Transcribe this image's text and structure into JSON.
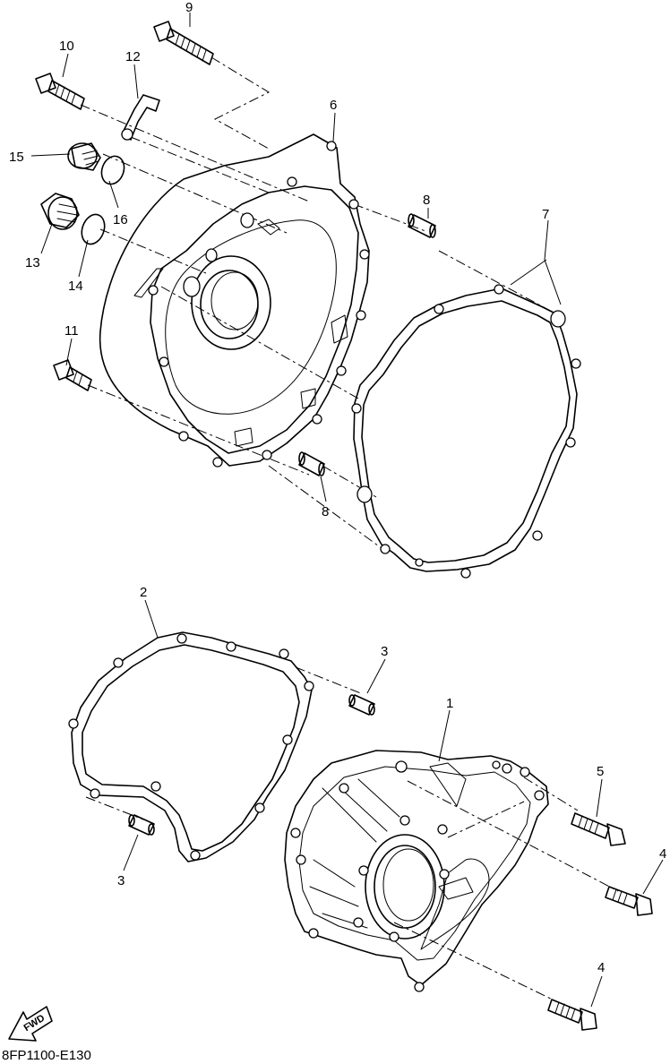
{
  "diagram_code": "8FP1100-E130",
  "fwd_label": "FWD",
  "callouts": [
    {
      "id": "c1",
      "label": "1"
    },
    {
      "id": "c2",
      "label": "2"
    },
    {
      "id": "c3a",
      "label": "3"
    },
    {
      "id": "c3b",
      "label": "3"
    },
    {
      "id": "c4a",
      "label": "4"
    },
    {
      "id": "c4b",
      "label": "4"
    },
    {
      "id": "c5",
      "label": "5"
    },
    {
      "id": "c6",
      "label": "6"
    },
    {
      "id": "c7",
      "label": "7"
    },
    {
      "id": "c8a",
      "label": "8"
    },
    {
      "id": "c8b",
      "label": "8"
    },
    {
      "id": "c9",
      "label": "9"
    },
    {
      "id": "c10",
      "label": "10"
    },
    {
      "id": "c11",
      "label": "11"
    },
    {
      "id": "c12",
      "label": "12"
    },
    {
      "id": "c13",
      "label": "13"
    },
    {
      "id": "c14",
      "label": "14"
    },
    {
      "id": "c15",
      "label": "15"
    },
    {
      "id": "c16",
      "label": "16"
    }
  ]
}
